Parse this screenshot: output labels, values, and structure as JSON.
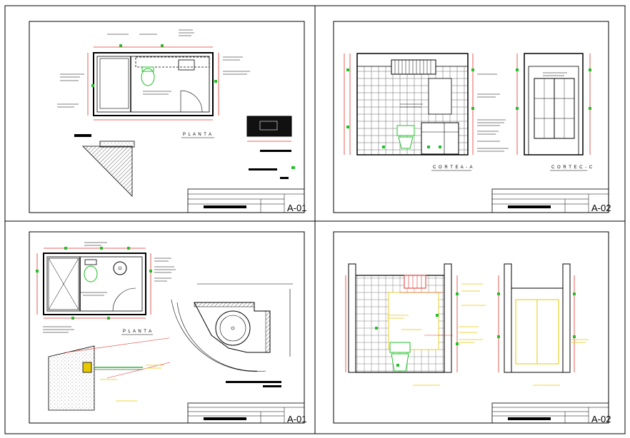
{
  "sheets": [
    {
      "id": "top-left",
      "sheet_number": "A-01",
      "view_label": "P L A N T A"
    },
    {
      "id": "top-right",
      "sheet_number": "A-02",
      "view_label_1": "C O R T E  A - A",
      "view_label_2": "C O R T E  C - C"
    },
    {
      "id": "bottom-left",
      "sheet_number": "A-01",
      "view_label": "P L A N T A"
    },
    {
      "id": "bottom-right",
      "sheet_number": "A-02"
    }
  ],
  "colors": {
    "line": "#000000",
    "dimension": "#e0342c",
    "green": "#22c02a",
    "yellow": "#e8c800",
    "frame": "#000000",
    "background": "#ffffff"
  }
}
